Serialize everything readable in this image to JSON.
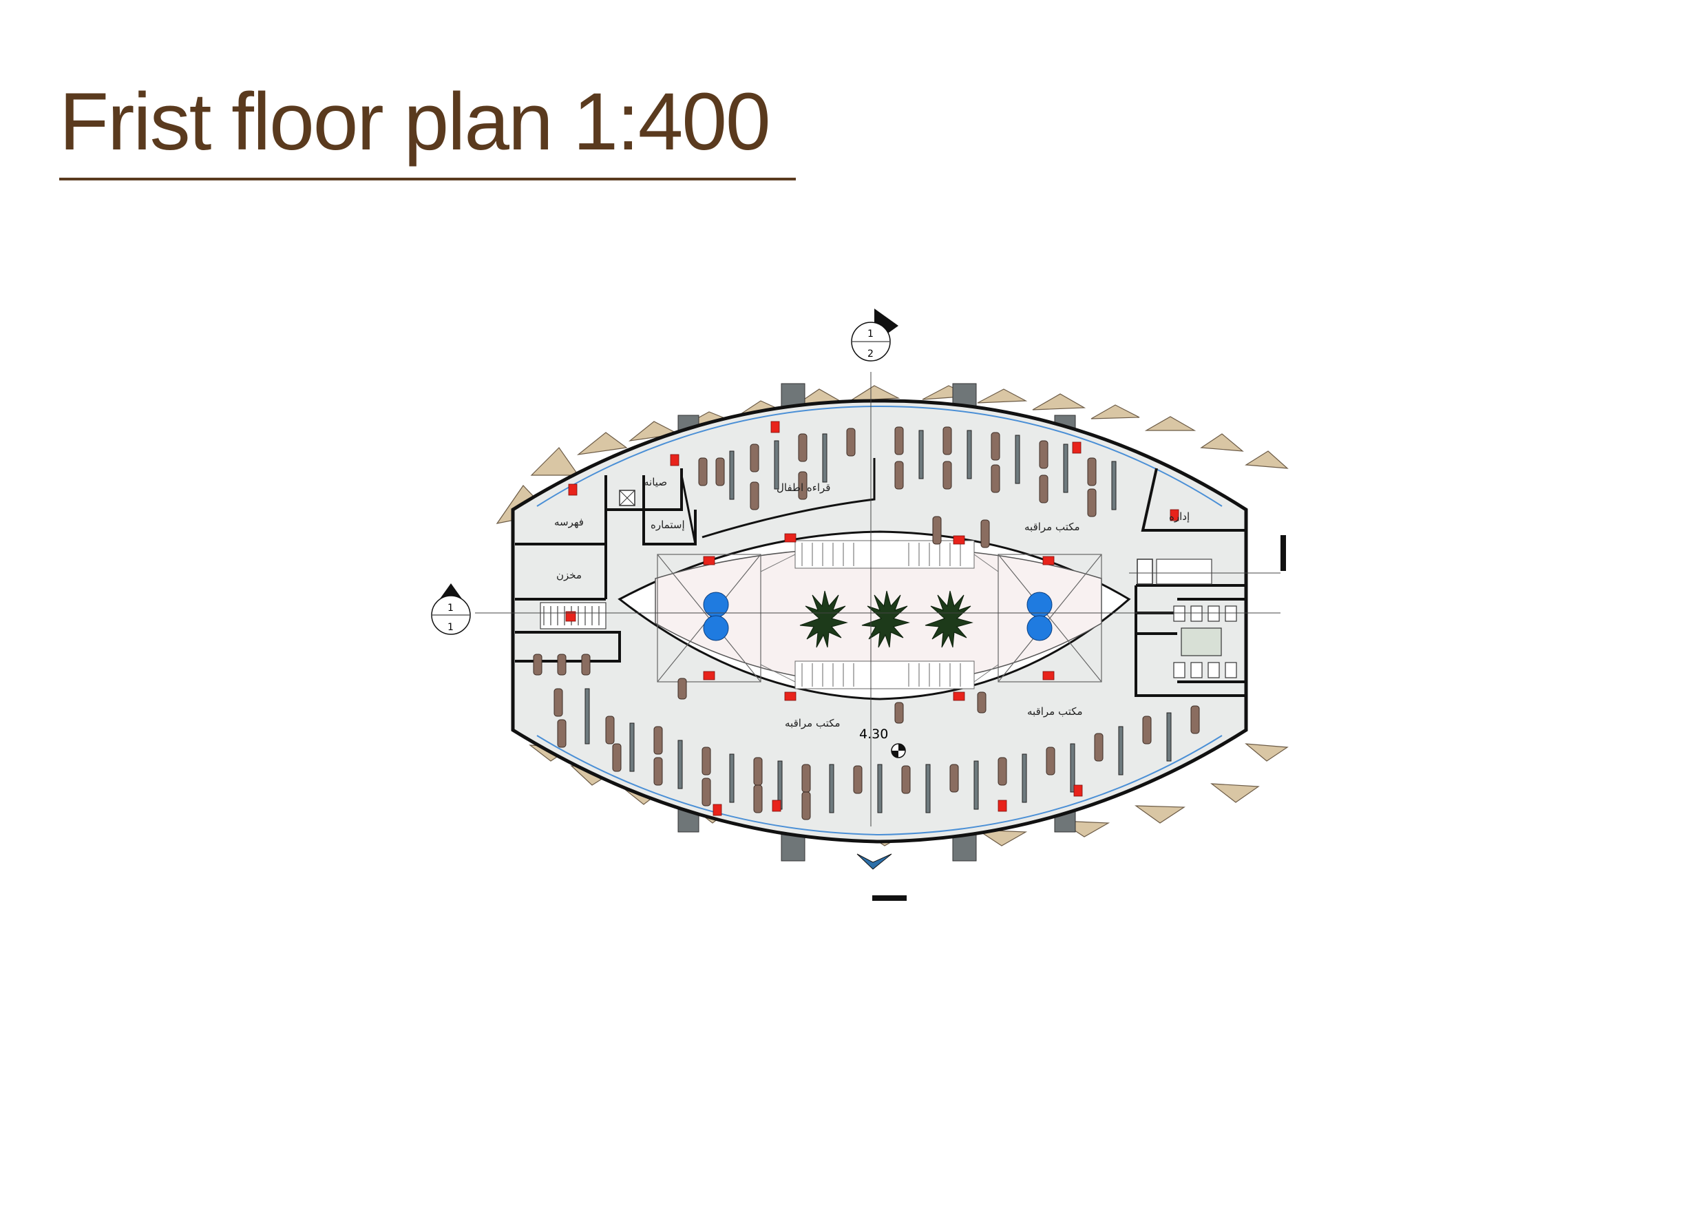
{
  "title": "Frist floor plan 1:400",
  "rooms": {
    "catalog": "فهرسه",
    "storage": "مخزن",
    "maintenance": "صيانه",
    "forms": "إستماره",
    "kids_reading": "قراءه اطفال",
    "admin": "إداره",
    "supervisor_office": "مكتب مراقبه"
  },
  "section_marks": {
    "top": {
      "num": "1",
      "sheet": "2"
    },
    "left": {
      "num": "1",
      "sheet": "1"
    }
  },
  "level": "4.30",
  "colors": {
    "title": "#5a3a1e",
    "floor": "#e9ebea",
    "atrium": "#f8f1f1",
    "wall": "#111111",
    "table": "#8a6d60",
    "marker": "#e8231b",
    "pool": "#1f7be0",
    "fins": "#d9c6a4"
  }
}
